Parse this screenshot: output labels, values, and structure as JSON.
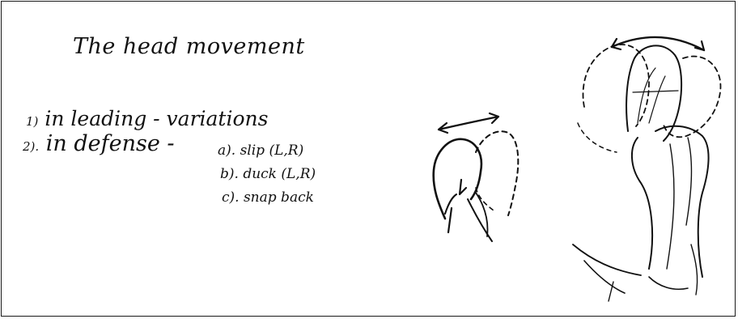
{
  "document": {
    "title": "The head movement",
    "items": [
      {
        "number": "1)",
        "text": "in leading - variations"
      },
      {
        "number": "2).",
        "text": "in defense -"
      }
    ],
    "defense_options": [
      "a). slip (L,R)",
      "b). duck (L,R)",
      "c). snap back"
    ]
  },
  "sketches": {
    "left_figure": "head-slip-sketch",
    "right_figure": "head-and-shoulder-movement-sketch",
    "arrow": "double-headed-arrow-icon"
  }
}
